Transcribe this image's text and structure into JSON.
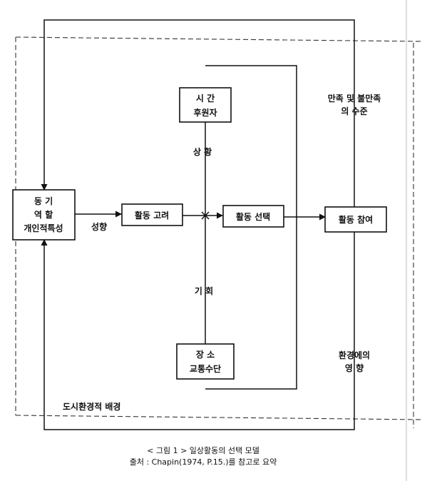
{
  "diagram": {
    "nodes": {
      "motive": [
        "동  기",
        "역  할",
        "개인적특성"
      ],
      "consider": [
        "활동 고려"
      ],
      "select": [
        "활동 선택"
      ],
      "participate": [
        "활동 참여"
      ],
      "time": [
        "시  간",
        "후원자"
      ],
      "place": [
        "장  소",
        "교통수단"
      ]
    },
    "labels": {
      "tendency": "성향",
      "situation": "상 황",
      "opportunity": "기 회",
      "satisfaction": [
        "만족 및 불만족",
        "의 수준"
      ],
      "env_influence": [
        "환경에의",
        "영 향"
      ],
      "urban_env": "도시환경적 배경"
    },
    "caption": {
      "line1": "< 그림 1 >  일상활동의 선택 모델",
      "line2": "출처 : Chapin(1974, P.15.)를 참고로 요약"
    }
  }
}
